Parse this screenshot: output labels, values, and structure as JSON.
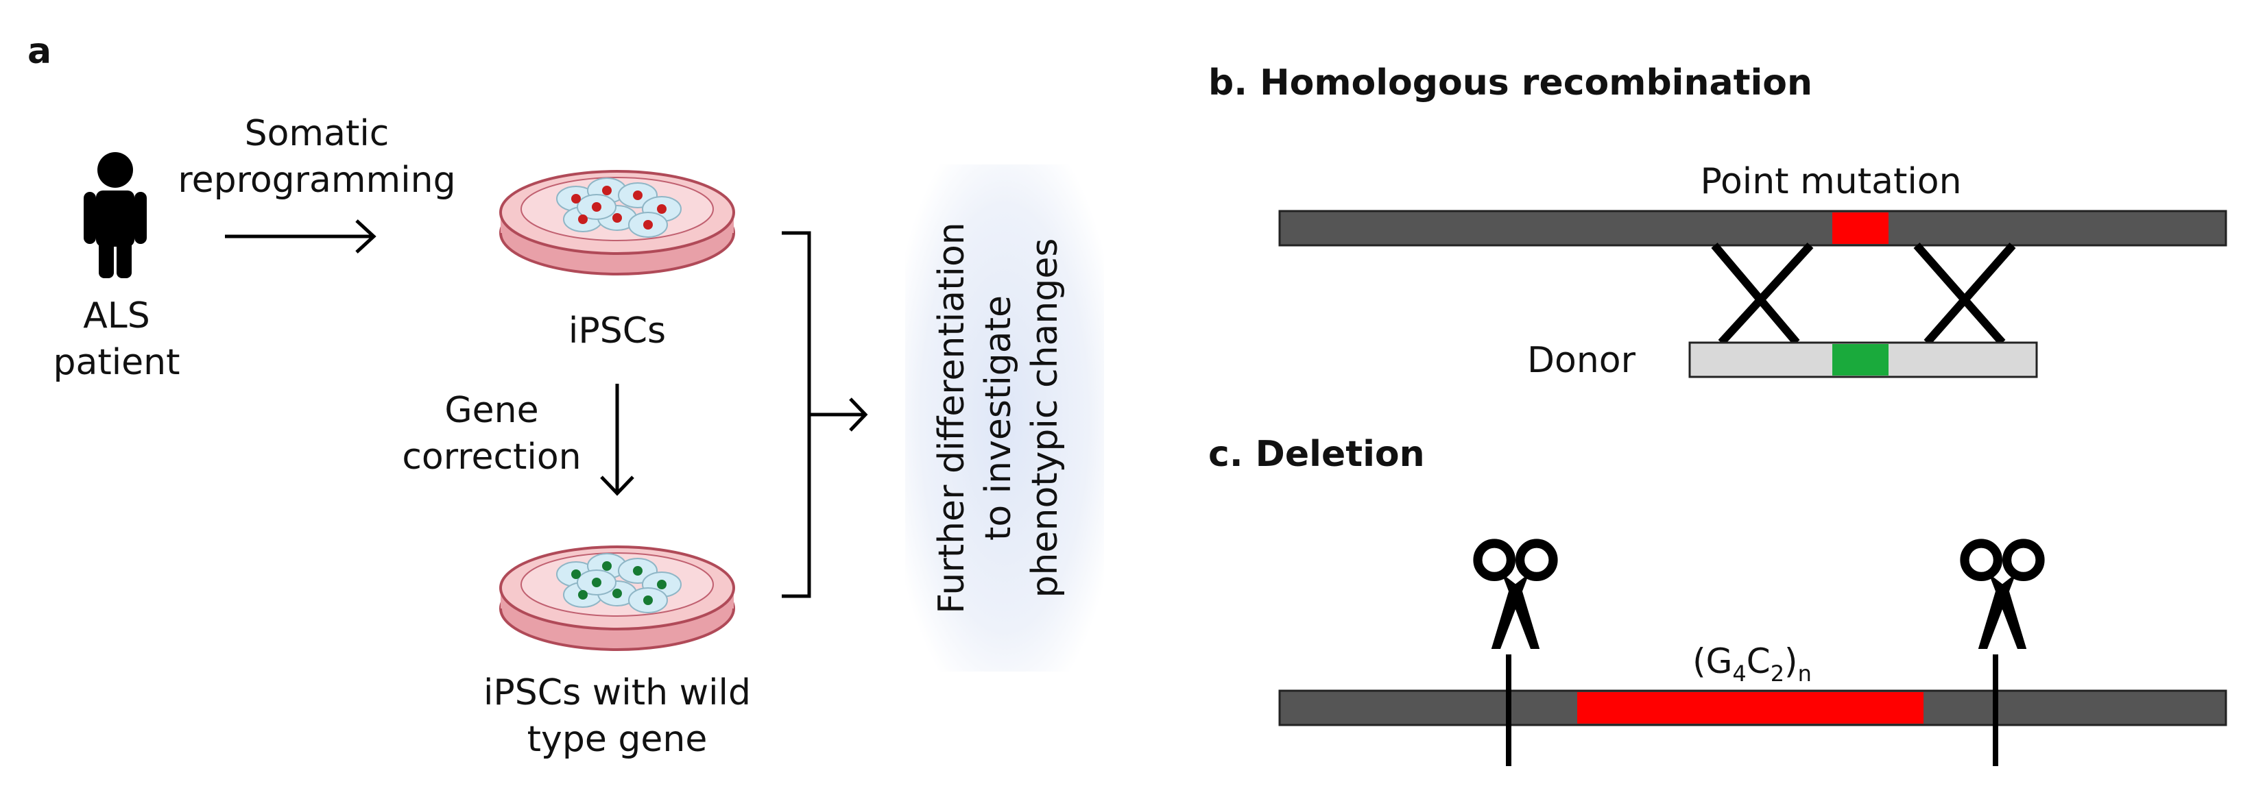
{
  "panel_a": {
    "letter": "a",
    "patient_label": [
      "ALS",
      "patient"
    ],
    "reprogramming_label": [
      "Somatic",
      "reprogramming"
    ],
    "ipsc_label": "iPSCs",
    "correction_label": [
      "Gene",
      "correction"
    ],
    "ipsc_wt_label": [
      "iPSCs with wild",
      "type gene"
    ],
    "outcome_label": [
      "Further differentiation",
      "to investigate",
      "phenotypic changes"
    ],
    "colors": {
      "dish_rim": "#e8a0a8",
      "dish_fill": "#f6c9cc",
      "cell": "#d4ecf6",
      "mutant_nucleus": "#c81e1e",
      "corrected_nucleus": "#167a32",
      "outcome_box": "#e6ecf8"
    }
  },
  "panel_b": {
    "title": "b. Homologous recombination",
    "mutation_label": "Point mutation",
    "donor_label": "Donor",
    "colors": {
      "genome": "#555555",
      "mutation": "#ff0000",
      "donor": "#d9d9d9",
      "donor_fix": "#1aaa3c"
    }
  },
  "panel_c": {
    "title": "c. Deletion",
    "repeat_label": "(G",
    "repeat_sub1": "4",
    "repeat_mid": "C",
    "repeat_sub2": "2",
    "repeat_end": ")",
    "repeat_subn": "n",
    "colors": {
      "genome": "#555555",
      "repeat": "#ff0000"
    }
  }
}
